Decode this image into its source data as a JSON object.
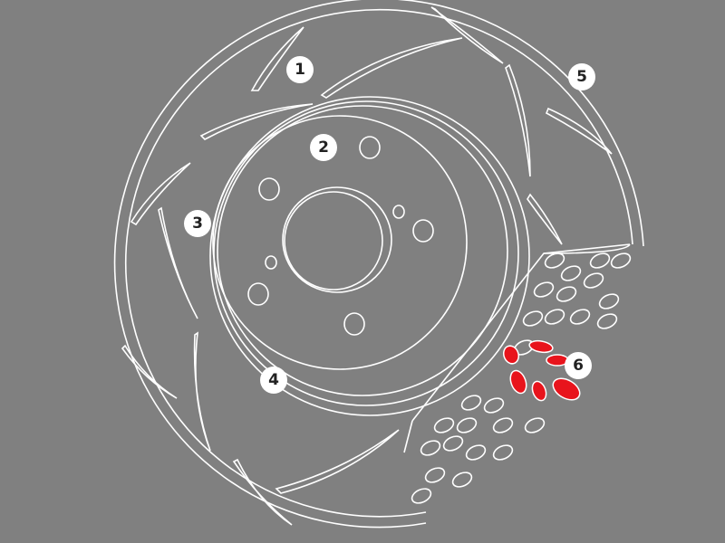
{
  "diagram": {
    "subject": "brake-disc",
    "callouts": [
      "1",
      "2",
      "3",
      "4",
      "5",
      "6"
    ],
    "colors": {
      "background": "#808080",
      "line": "#ffffff",
      "highlight": "#e8141c",
      "badge": "#ffffff"
    }
  }
}
